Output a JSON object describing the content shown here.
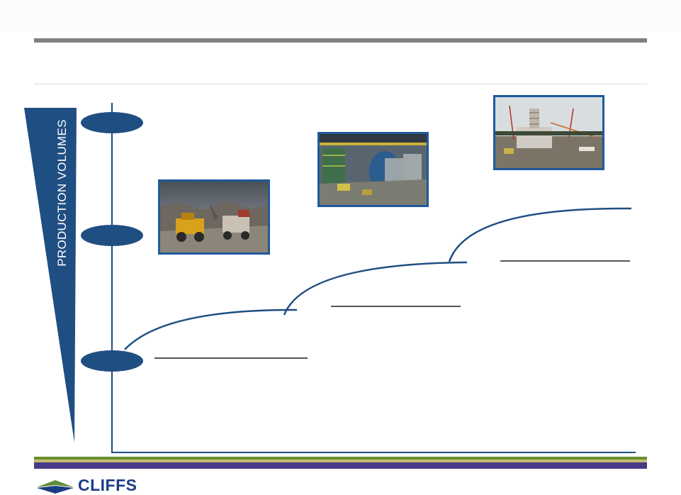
{
  "y_axis_label": "PRODUCTION VOLUMES",
  "logo": {
    "name": "CLIFFS"
  },
  "colors": {
    "navy": "#1f4e82",
    "curve": "#1f4e82",
    "photo_border": "#1f5a9d",
    "footer_green": "#6a8e2e",
    "footer_purple": "#4a3a86"
  },
  "photos": [
    {
      "icon": "haul-truck-mining-photo"
    },
    {
      "icon": "grinding-mill-plant-photo"
    },
    {
      "icon": "construction-site-photo"
    }
  ]
}
